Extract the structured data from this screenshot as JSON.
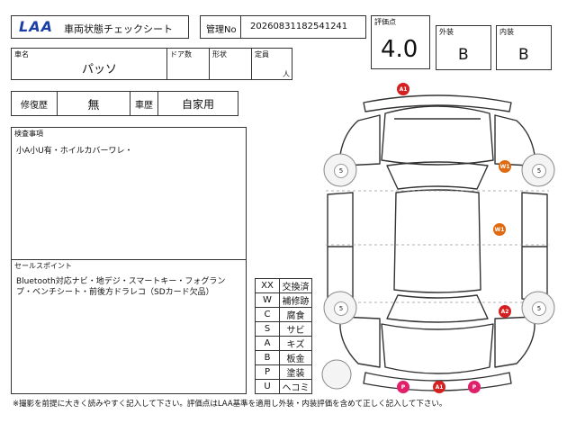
{
  "header": {
    "logo": "LAA",
    "title": "車両状態チェックシート",
    "control_no_label": "管理No",
    "control_no": "20260831182541241"
  },
  "grade": {
    "label": "評価点",
    "value": "4.0",
    "exterior_label": "外装",
    "exterior_value": "B",
    "interior_label": "内装",
    "interior_value": "B"
  },
  "vehicle": {
    "name_label": "車名",
    "name": "パッソ",
    "doors_label": "ドア数",
    "doors": "",
    "shape_label": "形状",
    "shape": "",
    "capacity_label": "定員",
    "capacity": "",
    "capacity_unit": "人"
  },
  "history": {
    "repair_label": "修復歴",
    "repair_value": "無",
    "usage_label": "車歴",
    "usage_value": "自家用"
  },
  "inspection": {
    "label": "検査事項",
    "text": "小A小U有・ホイルカバーワレ・"
  },
  "sales_points": {
    "label": "セールスポイント",
    "text": "Bluetooth対応ナビ・地デジ・スマートキー・フォグランプ・ベンチシート・前後方ドラレコ（SDカード欠品）"
  },
  "legend": [
    {
      "code": "XX",
      "desc": "交換済"
    },
    {
      "code": "W",
      "desc": "補修跡"
    },
    {
      "code": "C",
      "desc": "腐食"
    },
    {
      "code": "S",
      "desc": "サビ"
    },
    {
      "code": "A",
      "desc": "キズ"
    },
    {
      "code": "B",
      "desc": "板金"
    },
    {
      "code": "P",
      "desc": "塗装"
    },
    {
      "code": "U",
      "desc": "ヘコミ"
    }
  ],
  "diagram": {
    "tire_label": "5",
    "markers": [
      {
        "id": "front-bumper",
        "text": "A1",
        "color": "#d62020"
      },
      {
        "id": "right-front-fender",
        "text": "W1",
        "color": "#e06a10"
      },
      {
        "id": "right-side-door",
        "text": "W1",
        "color": "#e06a10"
      },
      {
        "id": "right-rear-quarter",
        "text": "A2",
        "color": "#d62020"
      },
      {
        "id": "rear-left",
        "text": "P",
        "color": "#e0206a"
      },
      {
        "id": "rear-bumper",
        "text": "A1",
        "color": "#d62020"
      },
      {
        "id": "rear-right",
        "text": "P",
        "color": "#e0206a"
      }
    ]
  },
  "footer": {
    "note": "※撮影を前提に大きく読みやすく記入して下さい。評価点はLAA基準を適用し外装・内装評価を含めて正しく記入して下さい。"
  }
}
